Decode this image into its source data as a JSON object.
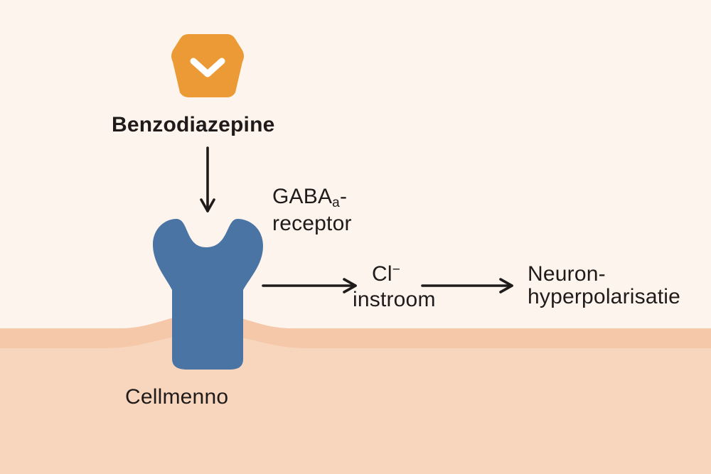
{
  "labels": {
    "drug": "Benzodiazepine",
    "receptor_main": "GABA",
    "receptor_sub": "a",
    "receptor_suffix": "-",
    "receptor_line2": "receptor",
    "ion": "Cl",
    "ion_charge": "−",
    "ion_line2": "instroom",
    "effect_line1": "Neuron-",
    "effect_line2": "hyperpolarisatie",
    "membrane": "Cellmenno"
  },
  "icons": {
    "drug": "hexagon-chevron-down-icon"
  },
  "colors": {
    "background": "#fdf5ed",
    "membrane_light": "#f8d6bd",
    "membrane_dark": "#f5c8a9",
    "receptor": "#4a74a3",
    "hexagon": "#eb9a36",
    "hexagon_glyph": "#ffffff",
    "arrow": "#1e1b1a",
    "text": "#1e1b1a"
  }
}
